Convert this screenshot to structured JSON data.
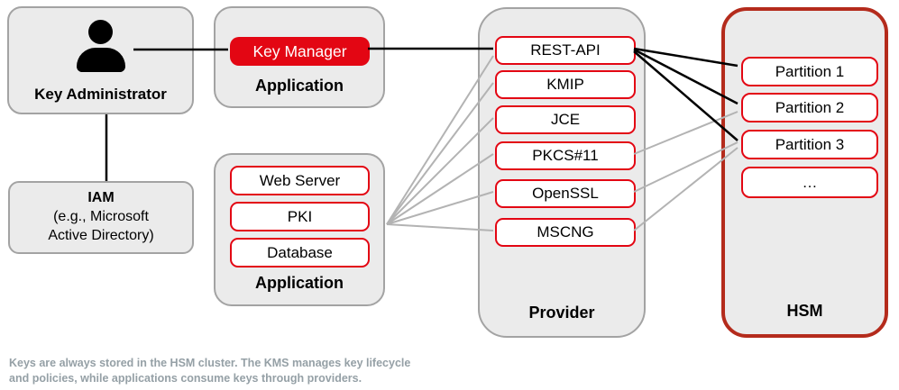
{
  "nodes": {
    "key_admin": {
      "label": "Key Administrator",
      "icon": "person-silhouette"
    },
    "iam": {
      "title": "IAM",
      "line2": "(e.g., Microsoft",
      "line3": "Active Directory)"
    },
    "app1": {
      "label": "Application",
      "key_manager": "Key Manager"
    },
    "app2": {
      "label": "Application",
      "items": [
        "Web Server",
        "PKI",
        "Database"
      ]
    },
    "provider": {
      "label": "Provider",
      "items": [
        "REST-API",
        "KMIP",
        "JCE",
        "PKCS#11",
        "OpenSSL",
        "MSCNG"
      ]
    },
    "hsm": {
      "label": "HSM",
      "items": [
        "Partition 1",
        "Partition 2",
        "Partition 3",
        "…"
      ]
    }
  },
  "connections": [
    {
      "from": "Key Administrator",
      "to": "Key Manager",
      "style": "black"
    },
    {
      "from": "Key Administrator",
      "to": "IAM",
      "style": "black"
    },
    {
      "from": "Key Manager",
      "to": "REST-API",
      "style": "black"
    },
    {
      "from": "REST-API",
      "to": "Partition 1",
      "style": "black"
    },
    {
      "from": "REST-API",
      "to": "Partition 2",
      "style": "black"
    },
    {
      "from": "REST-API",
      "to": "Partition 3",
      "style": "black"
    },
    {
      "from": "Application (Web Server, PKI, Database)",
      "to": "REST-API",
      "style": "gray"
    },
    {
      "from": "Application (Web Server, PKI, Database)",
      "to": "KMIP",
      "style": "gray"
    },
    {
      "from": "Application (Web Server, PKI, Database)",
      "to": "JCE",
      "style": "gray"
    },
    {
      "from": "Application (Web Server, PKI, Database)",
      "to": "PKCS#11",
      "style": "gray"
    },
    {
      "from": "Application (Web Server, PKI, Database)",
      "to": "OpenSSL",
      "style": "gray"
    },
    {
      "from": "Application (Web Server, PKI, Database)",
      "to": "MSCNG",
      "style": "gray"
    },
    {
      "from": "PKCS#11",
      "to": "Partition 2",
      "style": "gray"
    },
    {
      "from": "OpenSSL",
      "to": "Partition 3",
      "style": "gray"
    },
    {
      "from": "MSCNG",
      "to": "Partition 3",
      "style": "gray"
    }
  ],
  "colors": {
    "accent_red": "#e30613",
    "hsm_border_red": "#b42b1c",
    "container_fill": "#ebebeb",
    "container_border": "#a3a3a3",
    "line_black": "#000000",
    "line_gray": "#b3b3b3",
    "caption_gray": "#95a0a6"
  },
  "caption": {
    "line1": "Keys are always stored in the HSM cluster. The KMS manages key lifecycle",
    "line2": "and policies, while applications consume keys through providers."
  }
}
